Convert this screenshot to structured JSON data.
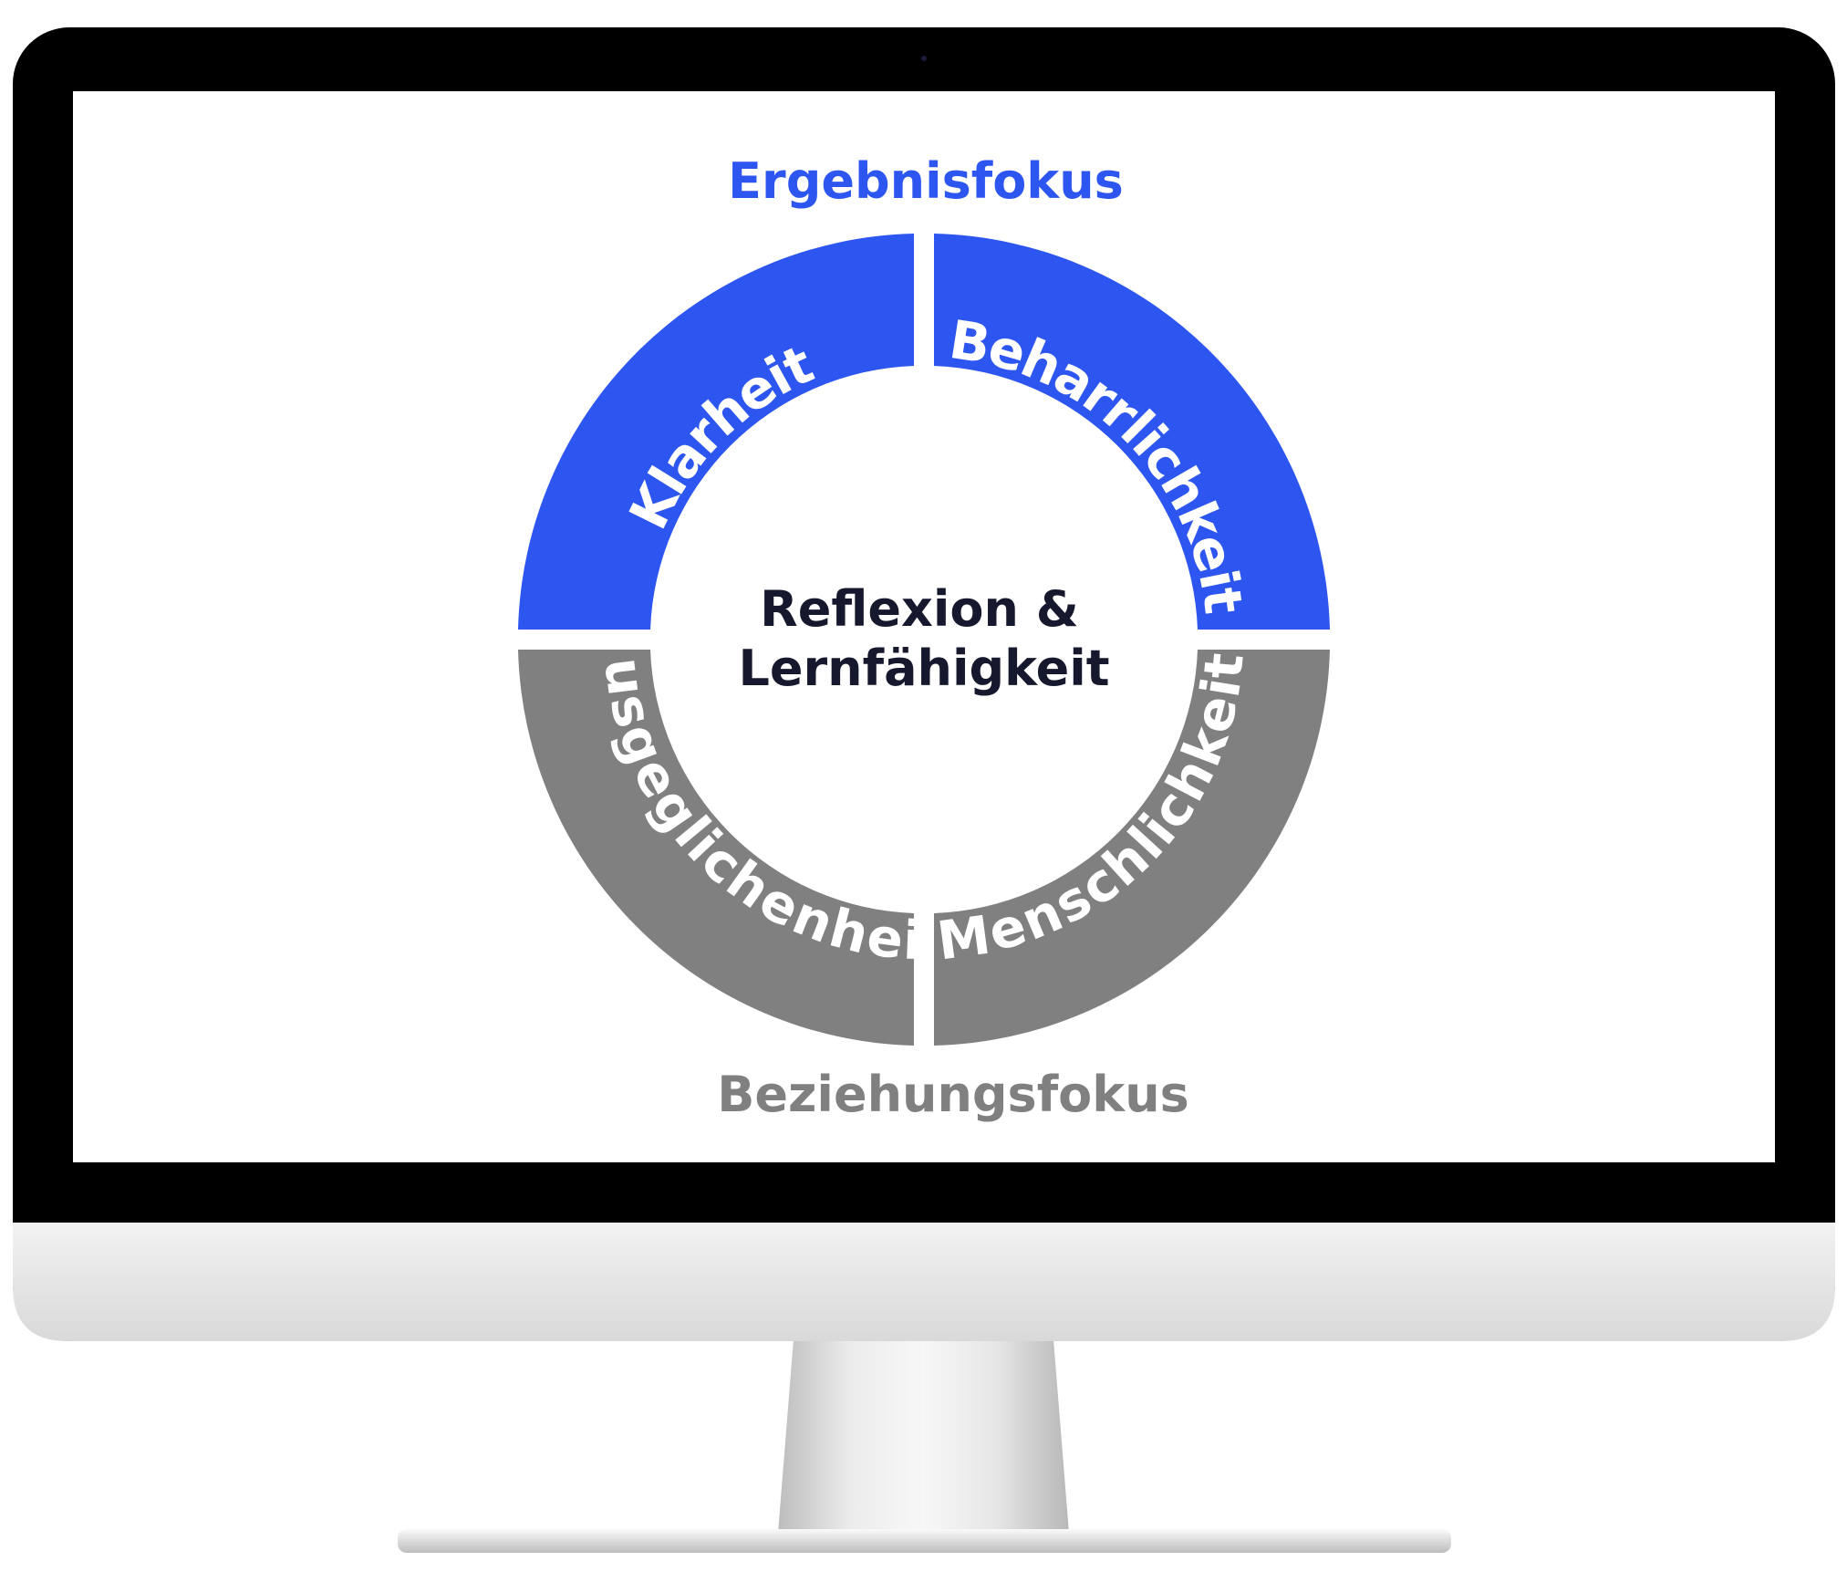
{
  "diagram": {
    "top_heading": "Ergebnisfokus",
    "bottom_heading": "Beziehungsfokus",
    "center": {
      "line1": "Reflexion &",
      "line2": "Lernfähigkeit"
    },
    "segments": [
      {
        "key": "top-left",
        "label": "Klarheit",
        "color": "#2d56f0"
      },
      {
        "key": "top-right",
        "label": "Beharrlichkeit",
        "color": "#2d56f0"
      },
      {
        "key": "bottom-left",
        "label": "Ausgeglichenheit",
        "color": "#808080"
      },
      {
        "key": "bottom-right",
        "label": "Menschlichkeit",
        "color": "#808080"
      }
    ],
    "colors": {
      "accent": "#2d56f0",
      "neutral": "#808080",
      "center_text": "#16182e"
    }
  }
}
